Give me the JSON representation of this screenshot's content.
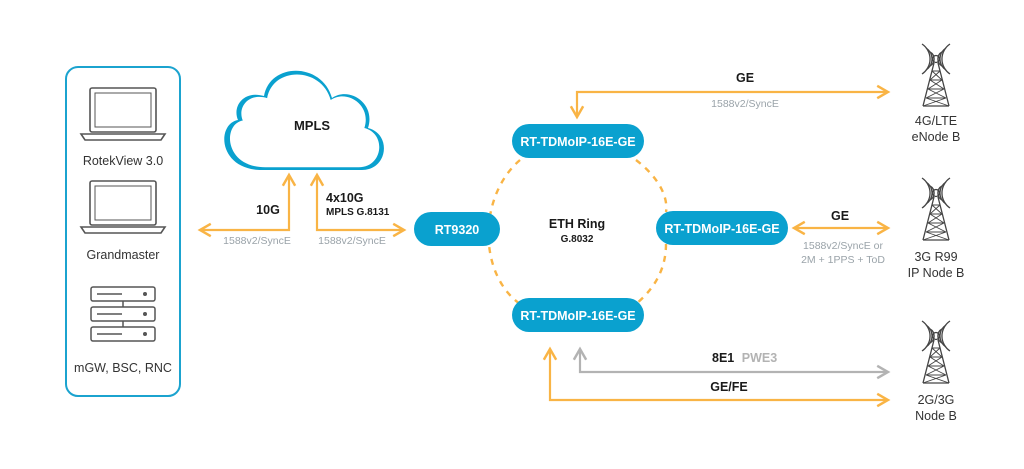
{
  "colors": {
    "accent": "#0aa1cf",
    "panel_border": "#1ba3cf",
    "orange": "#f9b445",
    "gray": "#b3b3b3",
    "ring": "#f9b445"
  },
  "panel": {
    "devices": [
      {
        "label": "RotekView 3.0",
        "icon": "laptop-icon"
      },
      {
        "label": "Grandmaster",
        "icon": "laptop-icon"
      },
      {
        "label": "mGW, BSC, RNC",
        "icon": "server-rack-icon"
      }
    ]
  },
  "cloud": {
    "label": "MPLS",
    "icon": "cloud-icon"
  },
  "nodes": {
    "rt9320": "RT9320",
    "top": "RT-TDMoIP-16E-GE",
    "right": "RT-TDMoIP-16E-GE",
    "bottom": "RT-TDMoIP-16E-GE"
  },
  "ring": {
    "title": "ETH Ring",
    "subtitle": "G.8032"
  },
  "links": {
    "panel_mpls": {
      "label": "10G",
      "sub": "1588v2/SyncE"
    },
    "mpls_rt9320": {
      "label": "4x10G",
      "label2": "MPLS G.8131",
      "sub": "1588v2/SyncE"
    },
    "top_enodeb": {
      "label": "GE",
      "sub": "1588v2/SyncE"
    },
    "right_nodeb": {
      "label": "GE",
      "sub": "1588v2/SyncE or",
      "sub2": "2M + 1PPS + ToD"
    },
    "bottom_e1": {
      "label": "8E1",
      "label_suffix": "PWE3"
    },
    "bottom_gefe": {
      "label": "GE/FE"
    }
  },
  "sites": [
    {
      "line1": "4G/LTE",
      "line2": "eNode B",
      "icon": "cell-tower-icon"
    },
    {
      "line1": "3G R99",
      "line2": "IP Node B",
      "icon": "cell-tower-icon"
    },
    {
      "line1": "2G/3G",
      "line2": "Node B",
      "icon": "cell-tower-icon"
    }
  ]
}
